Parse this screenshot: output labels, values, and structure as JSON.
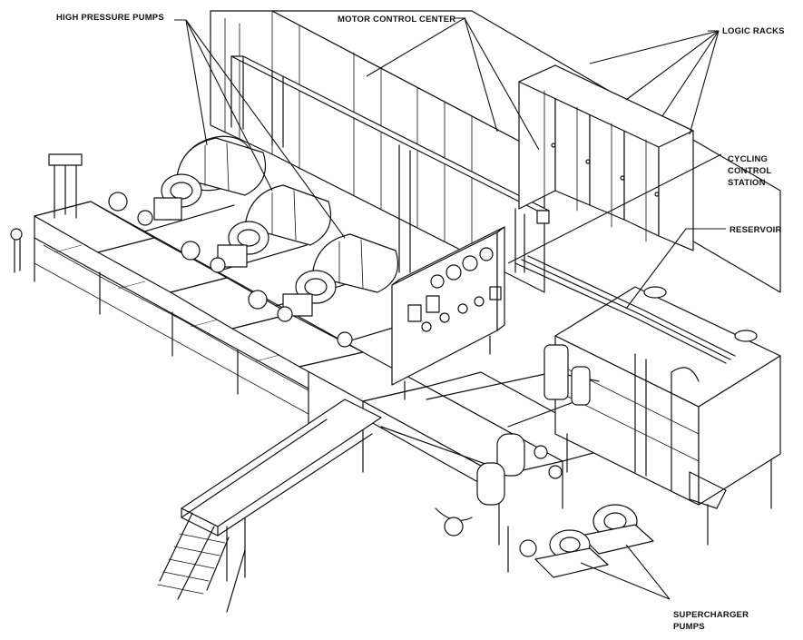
{
  "labels": {
    "high_pressure_pumps": "HIGH PRESSURE PUMPS",
    "motor_control_center": "MOTOR CONTROL CENTER",
    "logic_racks": "LOGIC RACKS",
    "cycling_control_line1": "CYCLING",
    "cycling_control_line2": "CONTROL",
    "cycling_control_line3": "STATION",
    "reservoir": "RESERVOIR",
    "supercharger_line1": "SUPERCHARGER",
    "supercharger_line2": "PUMPS"
  },
  "colors": {
    "ink": "#111111",
    "paper": "#ffffff"
  }
}
